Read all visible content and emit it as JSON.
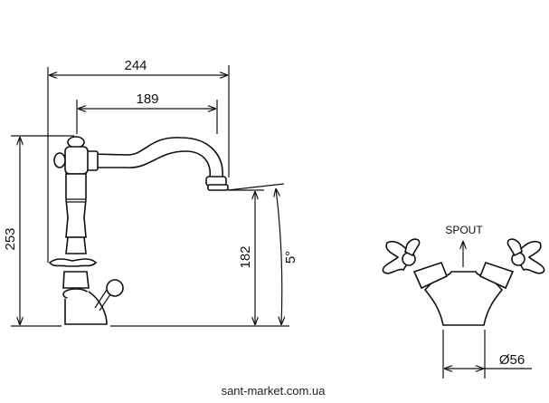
{
  "side_view": {
    "dimensions": {
      "overall_reach": "244",
      "spout_reach": "189",
      "overall_height": "253",
      "spout_height": "182",
      "spout_angle": "5°"
    }
  },
  "top_view": {
    "spout_label": "SPOUT",
    "base_diameter": "Ø56"
  },
  "watermark": "sant-market.com.ua"
}
